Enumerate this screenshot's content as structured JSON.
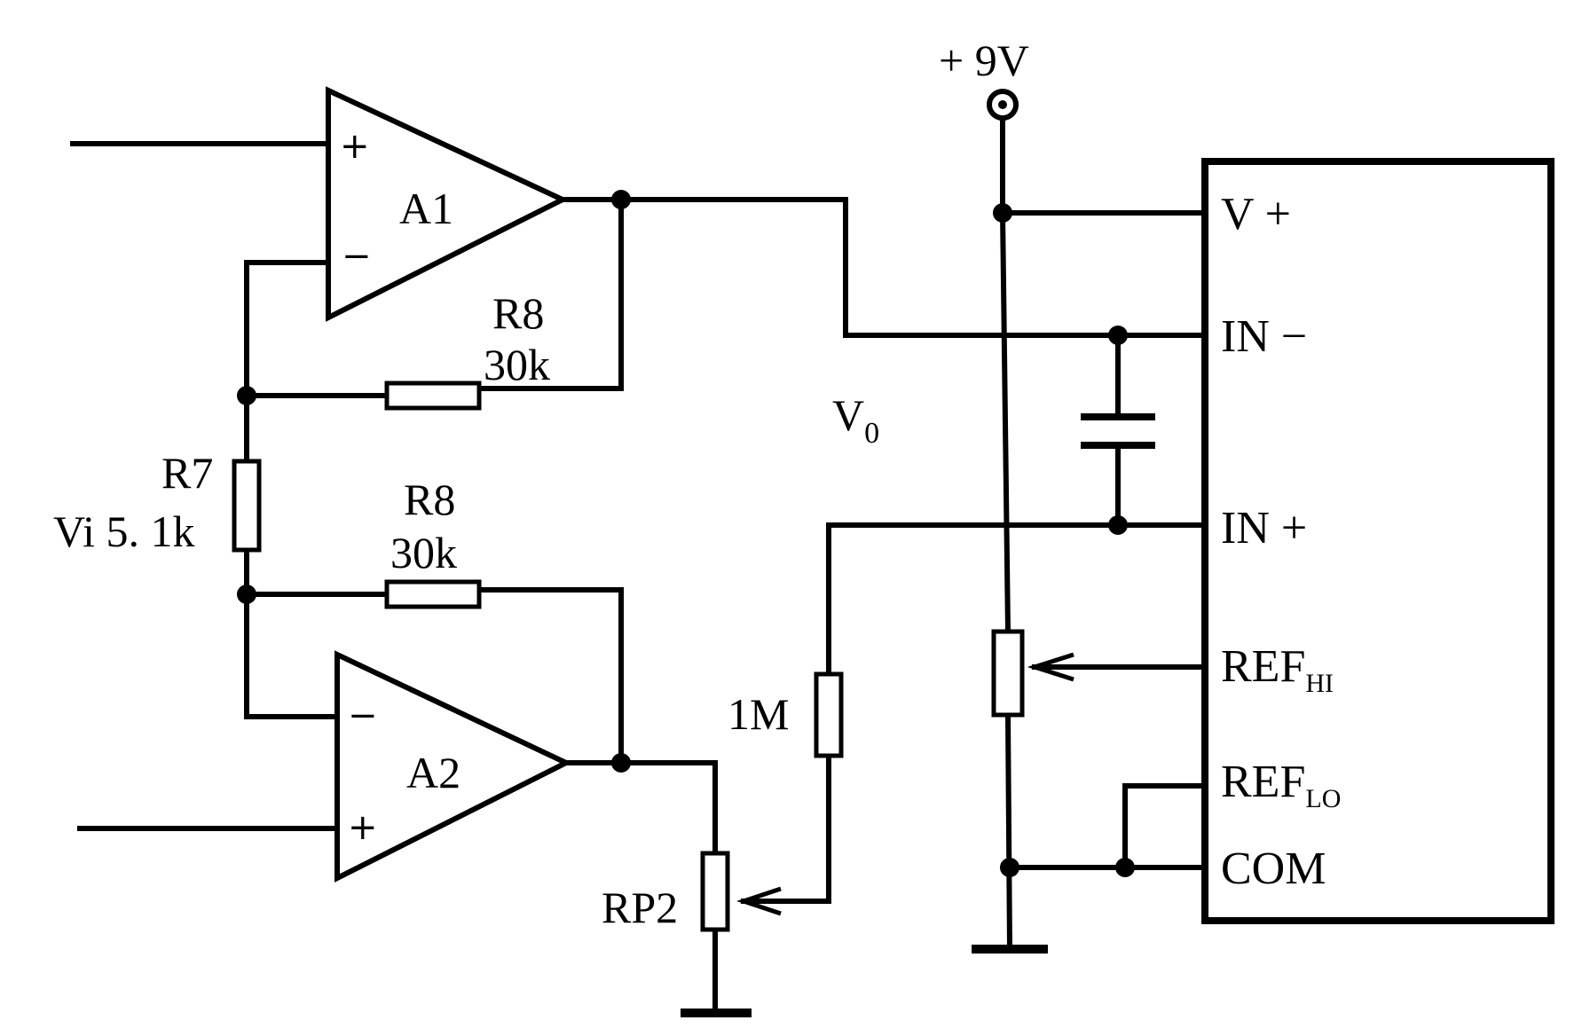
{
  "supply": {
    "label": "+ 9V"
  },
  "amplifiers": [
    {
      "name": "A1",
      "plus": "+",
      "minus": "−"
    },
    {
      "name": "A2",
      "plus": "+",
      "minus": "−"
    }
  ],
  "resistors": {
    "r8_top": {
      "name": "R8",
      "value": "30k"
    },
    "r8_bottom": {
      "name": "R8",
      "value": "30k"
    },
    "r7": {
      "name": "R7",
      "value": "Vi 5. 1k"
    },
    "r_1m": {
      "value": "1M"
    },
    "rp2": {
      "name": "RP2"
    }
  },
  "node_label": {
    "v0": "V",
    "v0_sub": "0"
  },
  "chip": {
    "pins": {
      "v_plus": "V +",
      "in_minus": "IN −",
      "in_plus": "IN +",
      "ref_hi": "REF",
      "ref_hi_sub": "HI",
      "ref_lo": "REF",
      "ref_lo_sub": "LO",
      "com": "COM"
    }
  }
}
